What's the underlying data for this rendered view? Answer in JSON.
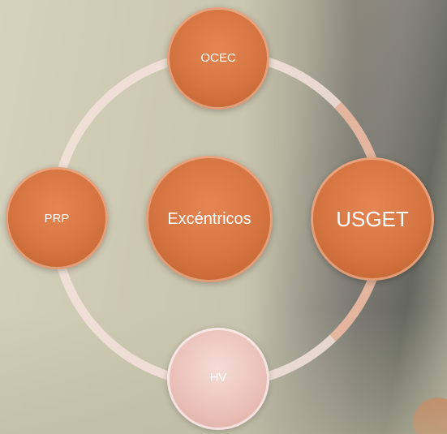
{
  "diagram": {
    "center": "Excéntricos",
    "nodes": {
      "top": "OCEC",
      "right": "USGET",
      "bottom": "HV",
      "left": "PRP"
    }
  },
  "colors": {
    "node_orange": "#d47440",
    "node_pink": "#e9bfb7",
    "ring": "#f2ddd6",
    "text": "#ffffff"
  }
}
